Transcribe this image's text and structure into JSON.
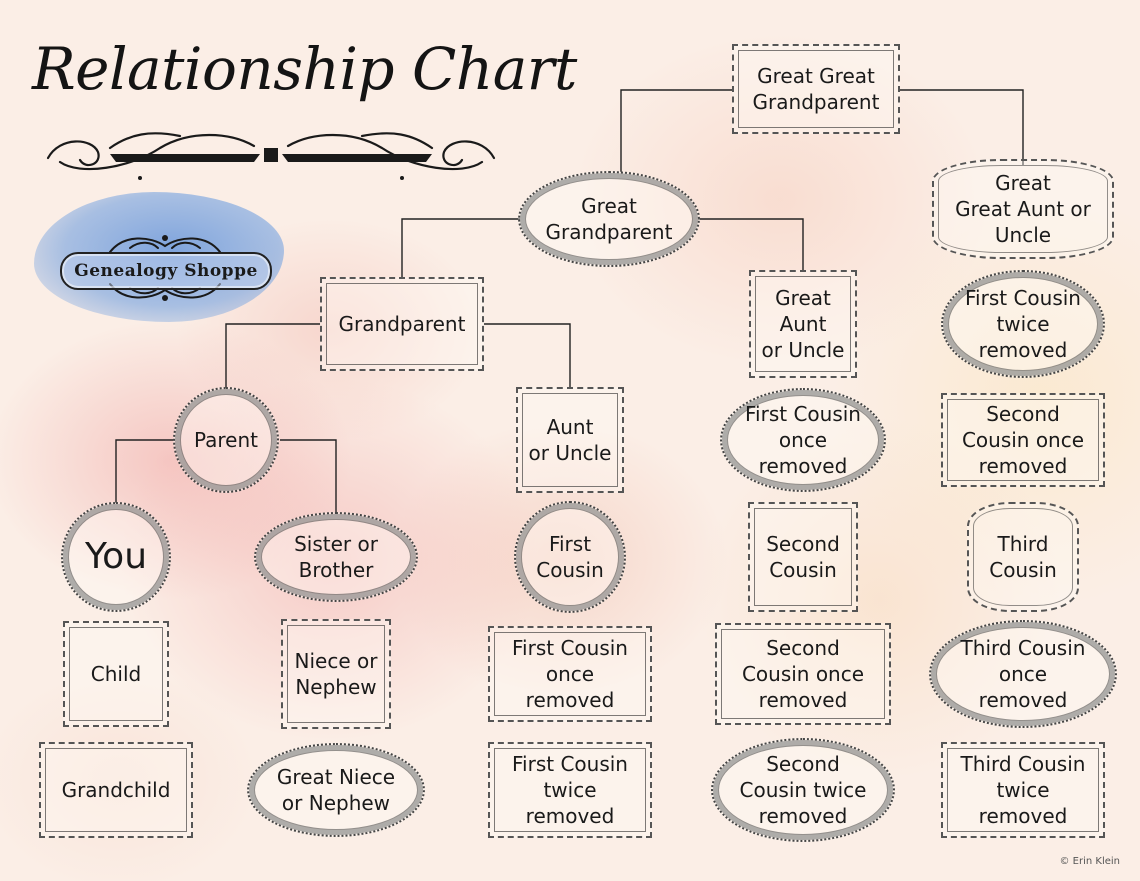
{
  "title": "Relationship Chart",
  "logo": {
    "text": "Genealogy Shoppe"
  },
  "nodes": {
    "ggp": "Great Great\nGrandparent",
    "gp_great": "Great\nGrandparent",
    "great_aunt": "Great\nGreat Aunt or\nUncle",
    "grandparent": "Grandparent",
    "great_aunt_uncle": "Great\nAunt\nor Uncle",
    "fc_twice_right": "First Cousin\ntwice\nremoved",
    "parent": "Parent",
    "aunt_uncle": "Aunt\nor Uncle",
    "fc_once_col4": "First Cousin\nonce\nremoved",
    "sc_once_right": "Second\nCousin once\nremoved",
    "you": "You",
    "sibling": "Sister or\nBrother",
    "first_cousin": "First\nCousin",
    "second_cousin": "Second\nCousin",
    "third_cousin": "Third\nCousin",
    "child": "Child",
    "niece": "Niece or\nNephew",
    "fc_once_col3": "First Cousin\nonce\nremoved",
    "sc_once_col4": "Second\nCousin once\nremoved",
    "tc_once": "Third Cousin\nonce\nremoved",
    "grandchild": "Grandchild",
    "great_niece": "Great Niece\nor Nephew",
    "fc_twice_col3": "First Cousin\ntwice\nremoved",
    "sc_twice": "Second\nCousin twice\nremoved",
    "tc_twice": "Third Cousin\ntwice\nremoved"
  },
  "credit": "© Erin Klein"
}
